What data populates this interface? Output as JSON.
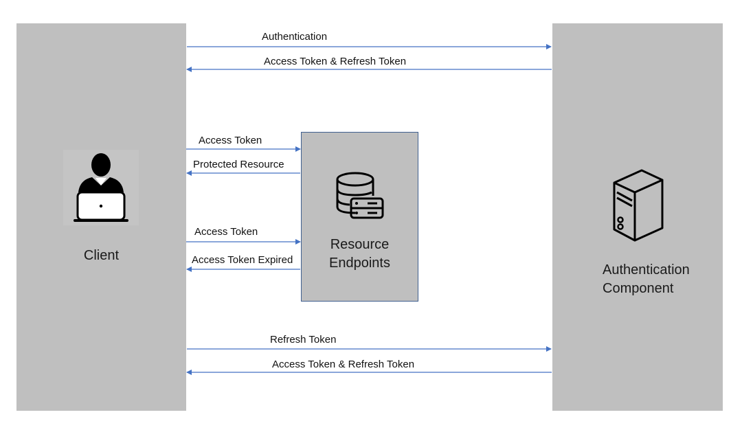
{
  "client": {
    "label": "Client"
  },
  "auth_component": {
    "label_line1": "Authentication",
    "label_line2": "Component"
  },
  "resource_endpoints": {
    "label_line1": "Resource",
    "label_line2": "Endpoints"
  },
  "flows": [
    {
      "label": "Authentication",
      "direction": "to-auth"
    },
    {
      "label": "Access Token & Refresh Token",
      "direction": "to-client"
    },
    {
      "label": "Access Token",
      "direction": "to-resource"
    },
    {
      "label": "Protected Resource",
      "direction": "to-client"
    },
    {
      "label": "Access Token",
      "direction": "to-resource"
    },
    {
      "label": "Access Token Expired",
      "direction": "to-client"
    },
    {
      "label": "Refresh Token",
      "direction": "to-auth"
    },
    {
      "label": "Access Token & Refresh Token",
      "direction": "to-client"
    }
  ],
  "colors": {
    "panel": "#bfbfbf",
    "arrow": "#4472c4",
    "box_border": "#3f5f8f"
  },
  "icons": {
    "client": "user-laptop-icon",
    "auth": "server-tower-icon",
    "resource": "database-server-icon"
  }
}
